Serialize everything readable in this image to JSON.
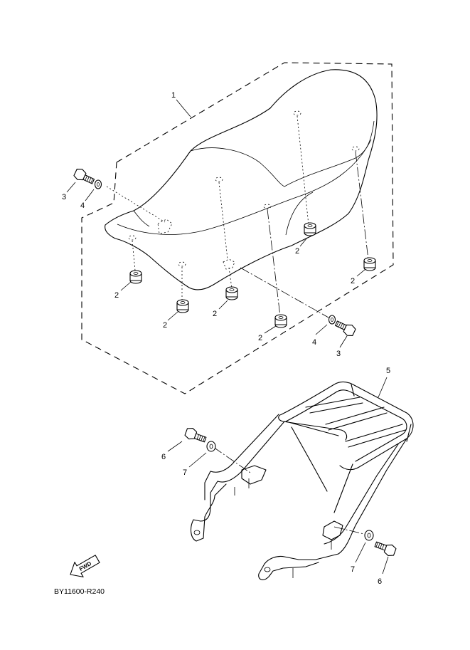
{
  "callouts": {
    "c1": "1",
    "c2": "2",
    "c3": "3",
    "c4": "4",
    "c5": "5",
    "c6": "6",
    "c7": "7"
  },
  "forward_arrow": {
    "label": "FWD",
    "icon": "forward-arrow-icon"
  },
  "drawing_code": "BY11600-R240"
}
